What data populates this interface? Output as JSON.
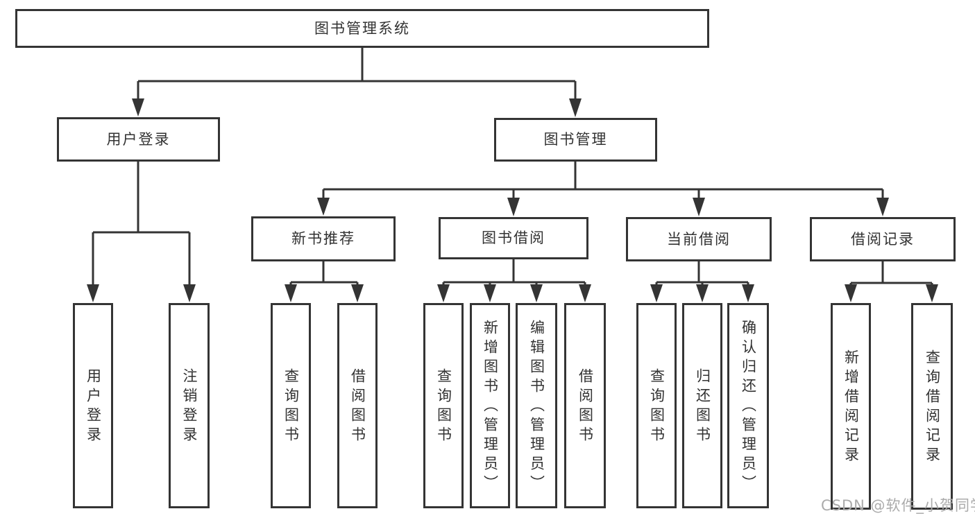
{
  "diagram": {
    "tree": {
      "label": "图书管理系统",
      "children": [
        {
          "label": "用户登录",
          "children": [
            {
              "label": "用户登录"
            },
            {
              "label": "注销登录"
            }
          ]
        },
        {
          "label": "图书管理",
          "children": [
            {
              "label": "新书推荐",
              "children": [
                {
                  "label": "查询图书"
                },
                {
                  "label": "借阅图书"
                }
              ]
            },
            {
              "label": "图书借阅",
              "children": [
                {
                  "label": "查询图书"
                },
                {
                  "label": "新增图书（管理员）"
                },
                {
                  "label": "编辑图书（管理员）"
                },
                {
                  "label": "借阅图书"
                }
              ]
            },
            {
              "label": "当前借阅",
              "children": [
                {
                  "label": "查询图书"
                },
                {
                  "label": "归还图书"
                },
                {
                  "label": "确认归还（管理员）"
                }
              ]
            },
            {
              "label": "借阅记录",
              "children": [
                {
                  "label": "新增借阅记录"
                },
                {
                  "label": "查询借阅记录"
                }
              ]
            }
          ]
        }
      ]
    },
    "watermark": "CSDN @软件_小贺同学",
    "colors": {
      "line": "#343434",
      "text": "#323232",
      "watermark": "#ababab",
      "background": "#ffffff"
    }
  }
}
